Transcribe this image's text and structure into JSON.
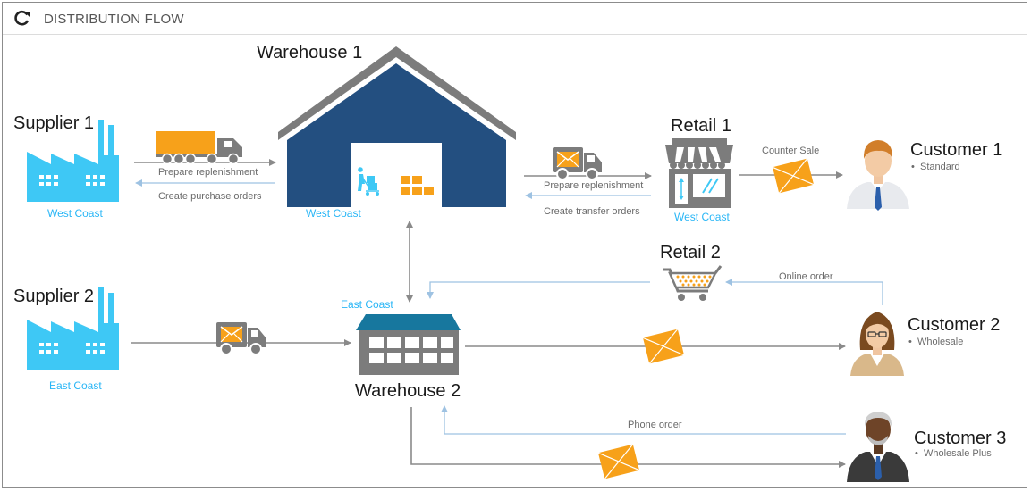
{
  "header": {
    "title": "DISTRIBUTION FLOW",
    "refresh_icon": "refresh-icon"
  },
  "colors": {
    "warehouse_blue": "#234f80",
    "cyan": "#3ec8f5",
    "orange": "#f7a11a",
    "gray": "#7c7c7c",
    "arrow": "#8a8a8a",
    "arrow_blue": "#9ec2e2",
    "teal": "#17779e"
  },
  "nodes": {
    "supplier1": {
      "name": "Supplier 1",
      "location": "West Coast"
    },
    "supplier2": {
      "name": "Supplier 2",
      "location": "East Coast"
    },
    "warehouse1": {
      "name": "Warehouse 1",
      "location": "West Coast"
    },
    "warehouse2": {
      "name": "Warehouse 2",
      "location": "East Coast"
    },
    "retail1": {
      "name": "Retail 1",
      "location": "West Coast"
    },
    "retail2": {
      "name": "Retail 2"
    },
    "customer1": {
      "name": "Customer 1",
      "type": "Standard"
    },
    "customer2": {
      "name": "Customer 2",
      "type": "Wholesale"
    },
    "customer3": {
      "name": "Customer 3",
      "type": "Wholesale Plus"
    }
  },
  "flows": {
    "s1_to_w1": "Prepare replenishment",
    "w1_to_s1": "Create purchase orders",
    "w1_to_r1": "Prepare replenishment",
    "r1_to_w1": "Create transfer  orders",
    "r1_to_c1": "Counter Sale",
    "c2_to_r2": "Online order",
    "c3_to_w2": "Phone order"
  },
  "bullet_symbol": "•"
}
